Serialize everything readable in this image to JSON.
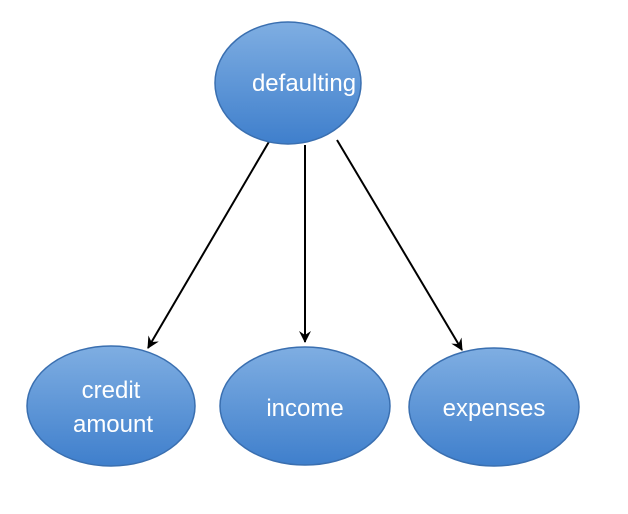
{
  "diagram": {
    "nodes": [
      {
        "id": "defaulting",
        "lines": [
          "defaulting"
        ]
      },
      {
        "id": "credit-amount",
        "lines": [
          "credit",
          "amount"
        ]
      },
      {
        "id": "income",
        "lines": [
          "income"
        ]
      },
      {
        "id": "expenses",
        "lines": [
          "expenses"
        ]
      }
    ],
    "edges": [
      {
        "from": "defaulting",
        "to": "credit-amount"
      },
      {
        "from": "defaulting",
        "to": "income"
      },
      {
        "from": "defaulting",
        "to": "expenses"
      }
    ],
    "colors": {
      "node_fill_top": "#7faee2",
      "node_fill_bottom": "#3f7fcc",
      "node_stroke": "#3a6fb0",
      "label": "#ffffff",
      "edge": "#000000"
    }
  }
}
